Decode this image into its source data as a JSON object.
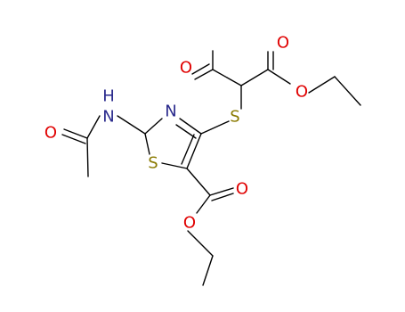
{
  "colors": {
    "O": "#e00000",
    "N": "#2a2a8c",
    "S": "#8a7a00",
    "bond": "#000000",
    "background": "#ffffff"
  },
  "atoms": [
    {
      "id": "O1",
      "element": "O",
      "label": "O"
    },
    {
      "id": "O2",
      "element": "O",
      "label": "O"
    },
    {
      "id": "O3",
      "element": "O",
      "label": "O"
    },
    {
      "id": "S_thioether",
      "element": "S",
      "label": "S"
    },
    {
      "id": "N_ring",
      "element": "N",
      "label": "N"
    },
    {
      "id": "NH",
      "element": "N",
      "label": "H",
      "label_top": "H",
      "label_bottom": "N"
    },
    {
      "id": "O_amide",
      "element": "O",
      "label": "O"
    },
    {
      "id": "S_ring",
      "element": "S",
      "label": "S"
    },
    {
      "id": "O_ester_dbl",
      "element": "O",
      "label": "O"
    },
    {
      "id": "O_ester",
      "element": "O",
      "label": "O"
    }
  ]
}
